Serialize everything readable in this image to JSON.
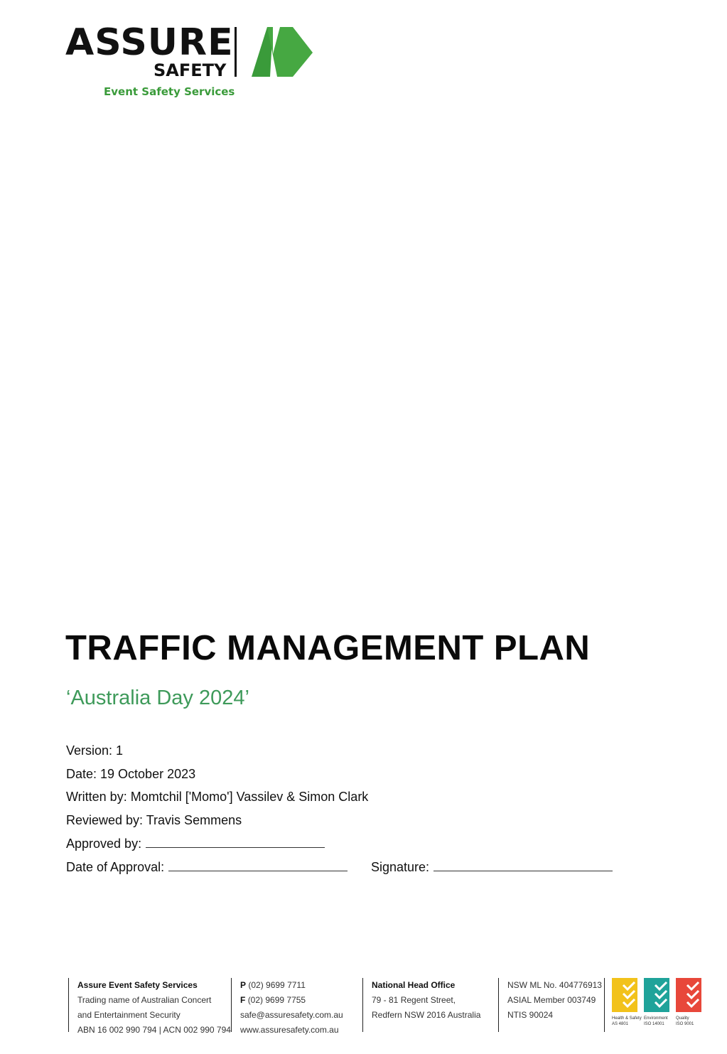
{
  "logo": {
    "word": "ASSURE",
    "sub": "SAFETY",
    "tagline": "Event Safety Services",
    "colors": {
      "dark": "#111111",
      "green": "#3a9b3a",
      "lightgreen": "#4fa844"
    }
  },
  "title": "TRAFFIC MANAGEMENT PLAN",
  "subtitle": "‘Australia Day 2024’",
  "meta": {
    "version": "Version: 1",
    "date": "Date: 19 October 2023",
    "written_by": "Written by: Momtchil ['Momo'] Vassilev & Simon Clark",
    "reviewed_by": "Reviewed by: Travis Semmens",
    "approved_by_label": "Approved by:",
    "date_of_approval_label": "Date of Approval:",
    "signature_label": "Signature:"
  },
  "footer": {
    "company": {
      "name": "Assure Event Safety Services",
      "line1": "Trading name of Australian Concert",
      "line2": "and Entertainment Security",
      "line3": "ABN 16 002 990 794 | ACN 002 990 794"
    },
    "contact": {
      "phone_label": "P",
      "phone": "(02) 9699 7711",
      "fax_label": "F",
      "fax": "(02) 9699 7755",
      "email": "safe@assuresafety.com.au",
      "web": "www.assuresafety.com.au"
    },
    "office": {
      "title": "National Head Office",
      "line1": "79 - 81 Regent Street,",
      "line2": "Redfern NSW 2016 Australia"
    },
    "licences": {
      "line1": "NSW ML No. 404776913",
      "line2": "ASIAL Member 003749",
      "line3": "NTIS 90024"
    },
    "certs": [
      {
        "label": "Health & Safety",
        "code": "AS 4801",
        "color": "#f2c21b"
      },
      {
        "label": "Environment",
        "code": "ISO 14001",
        "color": "#1fa39a"
      },
      {
        "label": "Quality",
        "code": "ISO 9001",
        "color": "#e8473a"
      }
    ]
  }
}
